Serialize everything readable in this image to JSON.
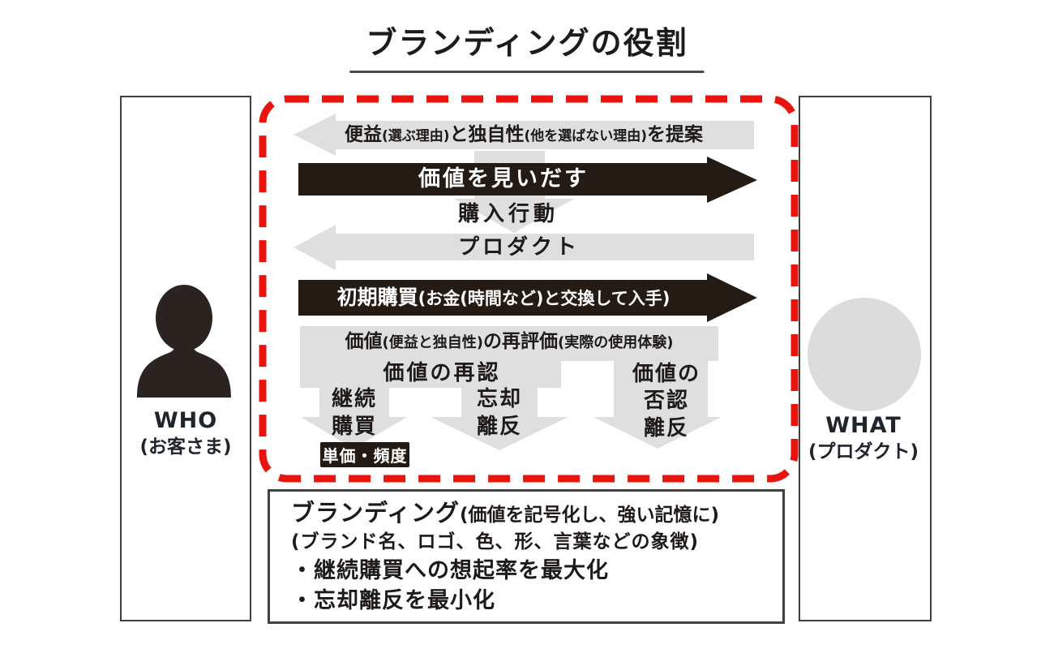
{
  "title": "ブランディングの役割",
  "who_panel": {
    "label": "WHO",
    "sublabel": "(お客さま)"
  },
  "what_panel": {
    "label": "WHAT",
    "sublabel": "(プロダクト)"
  },
  "cycle": {
    "propose_segments": [
      {
        "t": "便益",
        "s": "lg"
      },
      {
        "t": "(選ぶ理由)",
        "s": "sm"
      },
      {
        "t": "と独自性",
        "s": "lg"
      },
      {
        "t": "(他を選ばない理由)",
        "s": "sm"
      },
      {
        "t": "を提案",
        "s": "lg"
      }
    ],
    "find_value": "価値を見いだす",
    "purchase_action": "購入行動",
    "product": "プロダクト",
    "initial_purchase_segments": [
      {
        "t": "初期購買",
        "s": "lg"
      },
      {
        "t": "(お金(時間など)と交換して入手)",
        "s": "sm"
      }
    ],
    "reevaluation_segments": [
      {
        "t": "価値",
        "s": "lg"
      },
      {
        "t": "(便益と独自性)",
        "s": "sm"
      },
      {
        "t": "の再評価",
        "s": "lg"
      },
      {
        "t": "(実際の使用体験)",
        "s": "sm"
      }
    ],
    "value_reaffirm": "価値の再認",
    "value_deny_line1": "価値の",
    "value_deny_line2": "否認",
    "value_deny_line3": "離反",
    "continue_line1": "継続",
    "continue_line2": "購買",
    "forget_line1": "忘却",
    "forget_line2": "離反",
    "unit_price_frequency": "単価・頻度"
  },
  "branding_box": {
    "line1_segments": [
      {
        "t": "ブランディング",
        "s": "lg"
      },
      {
        "t": "(価値を記号化し、強い記憶に)",
        "s": "sm"
      }
    ],
    "line2": "(ブランド名、ロゴ、色、形、言葉などの象徴)",
    "bullet1": "・継続購買への想起率を最大化",
    "bullet2": "・忘却離反を最小化"
  },
  "colors": {
    "accent_red": "#e9140e",
    "shape_gray": "#dfdfdf",
    "shape_black": "#251b15",
    "panel_border": "#404040"
  }
}
